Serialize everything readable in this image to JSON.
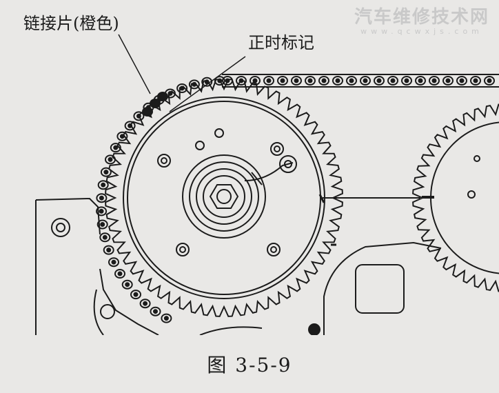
{
  "labels": {
    "chain_link": "链接片(橙色)",
    "timing_mark": "正时标记"
  },
  "caption": "图 3-5-9",
  "watermark": {
    "title": "汽车维修技术网",
    "url": "www.qcwxjs.com"
  },
  "colors": {
    "ink": "#1b1b1b",
    "paper": "#e9e8e6",
    "watermark": "#c9c9c9"
  }
}
